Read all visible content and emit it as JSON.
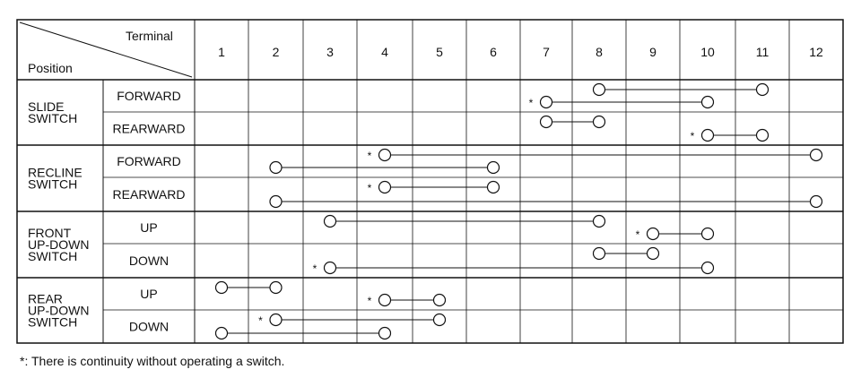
{
  "header": {
    "terminal_label": "Terminal",
    "position_label": "Position",
    "terminals": [
      "1",
      "2",
      "3",
      "4",
      "5",
      "6",
      "7",
      "8",
      "9",
      "10",
      "11",
      "12"
    ]
  },
  "groups": [
    {
      "label_lines": [
        "SLIDE",
        "SWITCH"
      ],
      "rows": [
        {
          "position": "FORWARD",
          "connections": [
            {
              "from": 8,
              "to": 11,
              "always": false
            },
            {
              "from": 7,
              "to": 10,
              "always": true
            }
          ]
        },
        {
          "position": "REARWARD",
          "connections": [
            {
              "from": 7,
              "to": 8,
              "always": false
            },
            {
              "from": 10,
              "to": 11,
              "always": true
            }
          ]
        }
      ]
    },
    {
      "label_lines": [
        "RECLINE",
        "SWITCH"
      ],
      "rows": [
        {
          "position": "FORWARD",
          "connections": [
            {
              "from": 4,
              "to": 12,
              "always": true
            },
            {
              "from": 2,
              "to": 6,
              "always": false
            }
          ]
        },
        {
          "position": "REARWARD",
          "connections": [
            {
              "from": 4,
              "to": 6,
              "always": true
            },
            {
              "from": 2,
              "to": 12,
              "always": false
            }
          ]
        }
      ]
    },
    {
      "label_lines": [
        "FRONT",
        "UP-DOWN",
        "SWITCH"
      ],
      "rows": [
        {
          "position": "UP",
          "connections": [
            {
              "from": 3,
              "to": 8,
              "always": false
            },
            {
              "from": 9,
              "to": 10,
              "always": true
            }
          ]
        },
        {
          "position": "DOWN",
          "connections": [
            {
              "from": 8,
              "to": 9,
              "always": false
            },
            {
              "from": 3,
              "to": 10,
              "always": true
            }
          ]
        }
      ]
    },
    {
      "label_lines": [
        "REAR",
        "UP-DOWN",
        "SWITCH"
      ],
      "rows": [
        {
          "position": "UP",
          "connections": [
            {
              "from": 1,
              "to": 2,
              "always": false
            },
            {
              "from": 4,
              "to": 5,
              "always": true
            }
          ]
        },
        {
          "position": "DOWN",
          "connections": [
            {
              "from": 2,
              "to": 5,
              "always": true
            },
            {
              "from": 1,
              "to": 4,
              "always": false
            }
          ]
        }
      ]
    }
  ],
  "asterisk": "*",
  "footnote": "*: There is continuity without operating a switch."
}
